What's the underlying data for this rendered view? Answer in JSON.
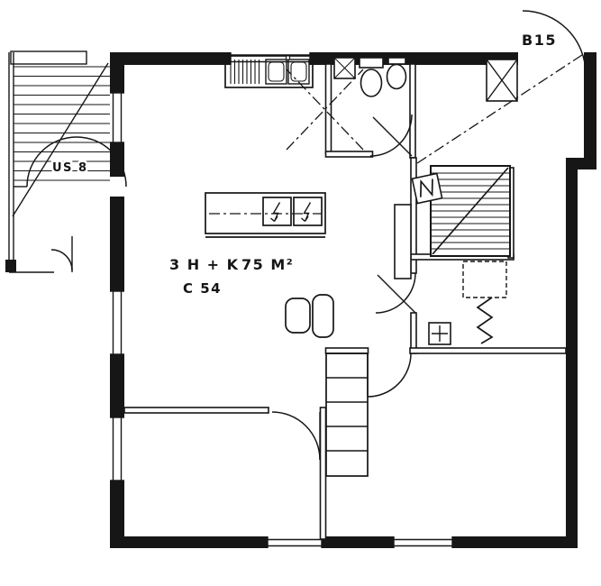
{
  "title": "Apartment floor plan",
  "colors": {
    "ink": "#161616",
    "paper": "#ffffff"
  },
  "labels": {
    "entrance": "B15",
    "stair": "US 8",
    "rooms": "3 H + K",
    "area": "75 M²",
    "unit": "C 54"
  }
}
